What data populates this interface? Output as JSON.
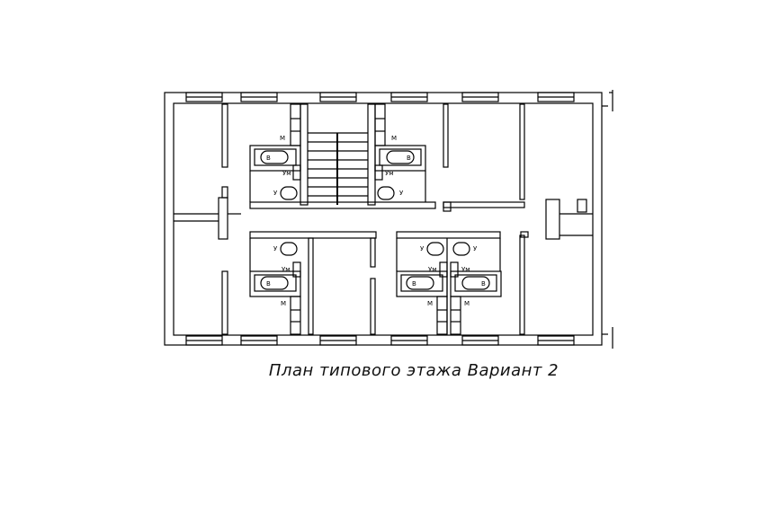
{
  "caption": "План типового этажа  Вариант 2",
  "fixture_labels": {
    "bath": "В",
    "toilet": "У",
    "sink": "Ум",
    "washer": "М"
  },
  "colors": {
    "line": "#000000",
    "background": "#ffffff"
  }
}
